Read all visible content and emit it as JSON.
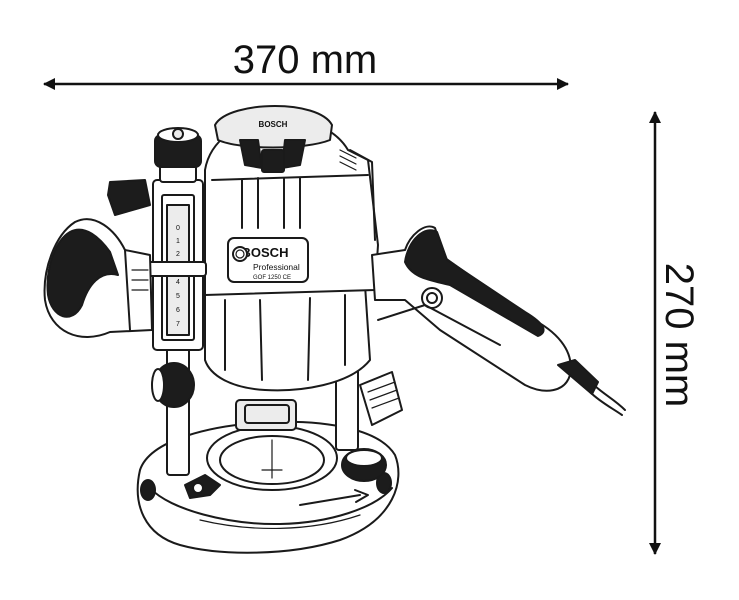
{
  "dimensions": {
    "width_label": "370 mm",
    "height_label": "270 mm"
  },
  "product": {
    "brand": "BOSCH",
    "brand_cap": "BOSCH",
    "line": "Professional",
    "model": "GOF 1250 CE"
  },
  "depth_scale": {
    "ticks": [
      "0",
      "1",
      "2",
      "4",
      "5",
      "6",
      "7"
    ]
  },
  "colors": {
    "stroke": "#1a1a1a",
    "fill_dark": "#1c1c1c",
    "fill_light": "#ececec"
  }
}
